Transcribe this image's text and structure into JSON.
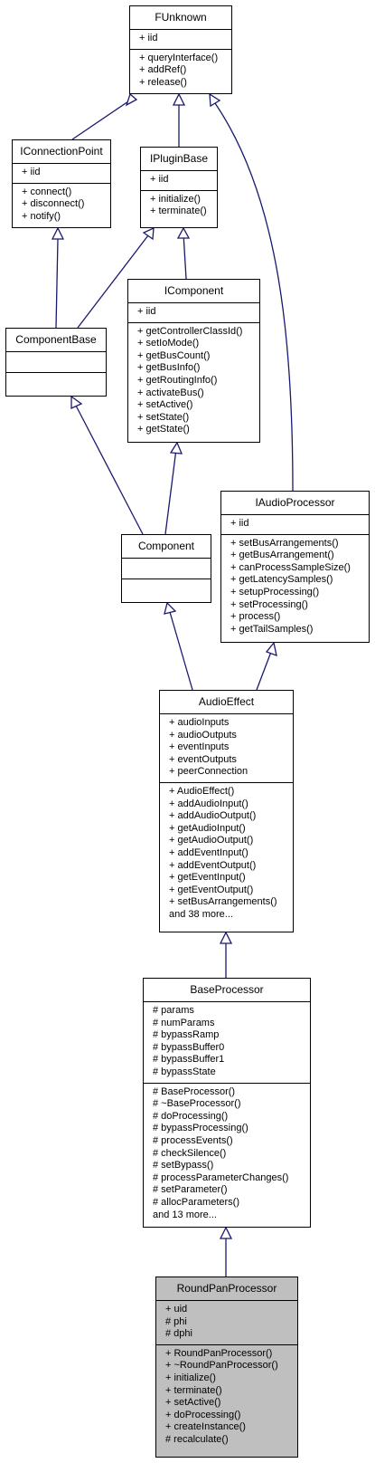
{
  "classes": {
    "funknown": {
      "name": "FUnknown",
      "attributes": [
        "+ iid"
      ],
      "methods": [
        "+ queryInterface()",
        "+ addRef()",
        "+ release()"
      ]
    },
    "iconnectionpoint": {
      "name": "IConnectionPoint",
      "attributes": [
        "+ iid"
      ],
      "methods": [
        "+ connect()",
        "+ disconnect()",
        "+ notify()"
      ]
    },
    "ipluginbase": {
      "name": "IPluginBase",
      "attributes": [
        "+ iid"
      ],
      "methods": [
        "+ initialize()",
        "+ terminate()"
      ]
    },
    "componentbase": {
      "name": "ComponentBase",
      "attributes": [],
      "methods": []
    },
    "icomponent": {
      "name": "IComponent",
      "attributes": [
        "+ iid"
      ],
      "methods": [
        "+ getControllerClassId()",
        "+ setIoMode()",
        "+ getBusCount()",
        "+ getBusInfo()",
        "+ getRoutingInfo()",
        "+ activateBus()",
        "+ setActive()",
        "+ setState()",
        "+ getState()"
      ]
    },
    "iaudioprocessor": {
      "name": "IAudioProcessor",
      "attributes": [
        "+ iid"
      ],
      "methods": [
        "+ setBusArrangements()",
        "+ getBusArrangement()",
        "+ canProcessSampleSize()",
        "+ getLatencySamples()",
        "+ setupProcessing()",
        "+ setProcessing()",
        "+ process()",
        "+ getTailSamples()"
      ]
    },
    "component": {
      "name": "Component",
      "attributes": [],
      "methods": []
    },
    "audioeffect": {
      "name": "AudioEffect",
      "attributes": [
        "+ audioInputs",
        "+ audioOutputs",
        "+ eventInputs",
        "+ eventOutputs",
        "+ peerConnection"
      ],
      "methods": [
        "+ AudioEffect()",
        "+ addAudioInput()",
        "+ addAudioOutput()",
        "+ getAudioInput()",
        "+ getAudioOutput()",
        "+ addEventInput()",
        "+ addEventOutput()",
        "+ getEventInput()",
        "+ getEventOutput()",
        "+ setBusArrangements()",
        "and 38 more..."
      ]
    },
    "baseprocessor": {
      "name": "BaseProcessor",
      "attributes": [
        "# params",
        "# numParams",
        "# bypassRamp",
        "# bypassBuffer0",
        "# bypassBuffer1",
        "# bypassState"
      ],
      "methods": [
        "# BaseProcessor()",
        "# ~BaseProcessor()",
        "# doProcessing()",
        "# bypassProcessing()",
        "# processEvents()",
        "# checkSilence()",
        "# setBypass()",
        "# processParameterChanges()",
        "# setParameter()",
        "# allocParameters()",
        "and 13 more..."
      ]
    },
    "roundpanprocessor": {
      "name": "RoundPanProcessor",
      "attributes": [
        "+ uid",
        "# phi",
        "# dphi"
      ],
      "methods": [
        "+ RoundPanProcessor()",
        "+ ~RoundPanProcessor()",
        "+ initialize()",
        "+ terminate()",
        "+ setActive()",
        "+ doProcessing()",
        "+ createInstance()",
        "# recalculate()"
      ]
    }
  },
  "style": {
    "edge_color": "#191970",
    "highlight_fill": "#bfbfbf"
  }
}
